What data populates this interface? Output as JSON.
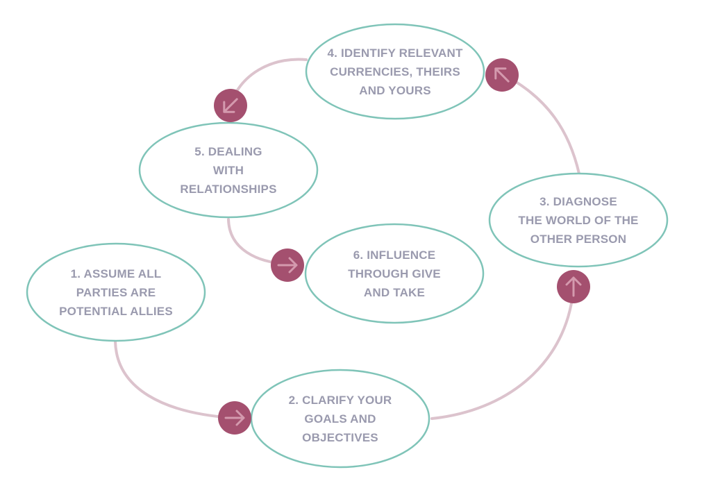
{
  "colors": {
    "ellipse_stroke": "#7fc4b8",
    "connector": "#dcc3cd",
    "arrow_badge": "#a4506f",
    "arrow_glyph": "#d49aae",
    "text": "#9a9aae"
  },
  "steps": [
    {
      "id": "step-1",
      "lines": [
        "1. ASSUME ALL",
        "PARTIES ARE",
        "POTENTIAL ALLIES"
      ]
    },
    {
      "id": "step-2",
      "lines": [
        "2. CLARIFY YOUR",
        "GOALS AND",
        "OBJECTIVES"
      ]
    },
    {
      "id": "step-3",
      "lines": [
        "3. DIAGNOSE",
        "THE WORLD OF THE",
        "OTHER PERSON"
      ]
    },
    {
      "id": "step-4",
      "lines": [
        "4. IDENTIFY RELEVANT",
        "CURRENCIES, THEIRS",
        "AND YOURS"
      ]
    },
    {
      "id": "step-5",
      "lines": [
        "5. DEALING",
        "WITH",
        "RELATIONSHIPS"
      ]
    },
    {
      "id": "step-6",
      "lines": [
        "6. INFLUENCE",
        "THROUGH GIVE",
        "AND TAKE"
      ]
    }
  ],
  "arrows": [
    {
      "from": "step-1",
      "to": "step-2",
      "icon": "arrow-right-icon"
    },
    {
      "from": "step-2",
      "to": "step-3",
      "icon": "arrow-up-icon"
    },
    {
      "from": "step-3",
      "to": "step-4",
      "icon": "arrow-up-left-icon"
    },
    {
      "from": "step-4",
      "to": "step-5",
      "icon": "arrow-down-left-icon"
    },
    {
      "from": "step-5",
      "to": "step-6",
      "icon": "arrow-right-icon"
    }
  ]
}
